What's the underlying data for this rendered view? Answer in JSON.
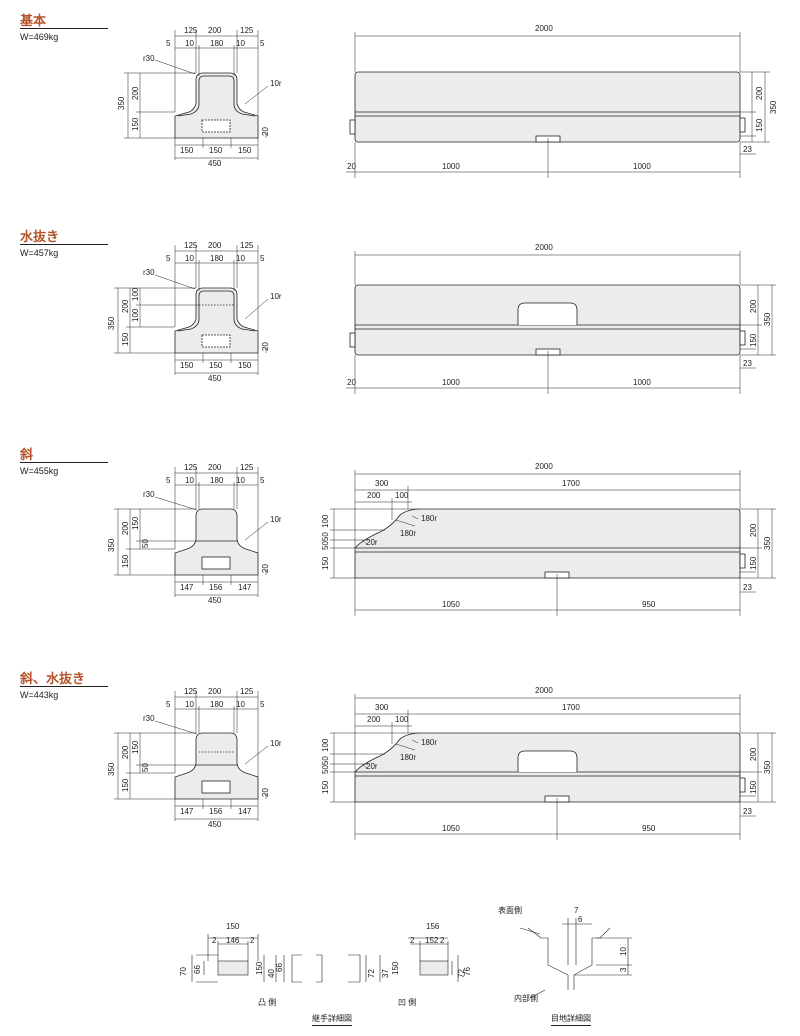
{
  "sections": [
    {
      "title": "基本",
      "weight": "W=469kg"
    },
    {
      "title": "水抜き",
      "weight": "W=457kg"
    },
    {
      "title": "斜",
      "weight": "W=455kg"
    },
    {
      "title": "斜、水抜き",
      "weight": "W=443kg"
    }
  ],
  "dims": {
    "d125": "125",
    "d200": "200",
    "d5": "5",
    "d10": "10",
    "d180": "180",
    "r30": "r30",
    "r10": "10r",
    "d350": "350",
    "d150": "150",
    "d100": "100",
    "d20": "20",
    "d450": "450",
    "d147": "147",
    "d156": "156",
    "d50": "50",
    "d5050": "5050",
    "d2000": "2000",
    "d1000": "1000",
    "d23": "23",
    "d300": "300",
    "d1700": "1700",
    "r180": "180r",
    "r20": "20r",
    "d1050": "1050",
    "d950": "950"
  },
  "details": {
    "joint_caption": "継手詳細図",
    "male_label": "凸 側",
    "female_label": "凹 側",
    "seam_caption": "目地詳細図",
    "surface_side": "表面側",
    "inner_side": "内部側",
    "m150": "150",
    "m2": "2",
    "m146": "146",
    "m70": "70",
    "m66": "66",
    "m40": "40",
    "m70b": "70",
    "f156": "156",
    "f152": "152",
    "f72": "72",
    "f76": "76",
    "f37": "37",
    "f7": "7",
    "f6": "6",
    "f10": "10",
    "f3": "3"
  },
  "colors": {
    "title": "#b5522a",
    "fill": "#ececec",
    "line": "#222222"
  }
}
